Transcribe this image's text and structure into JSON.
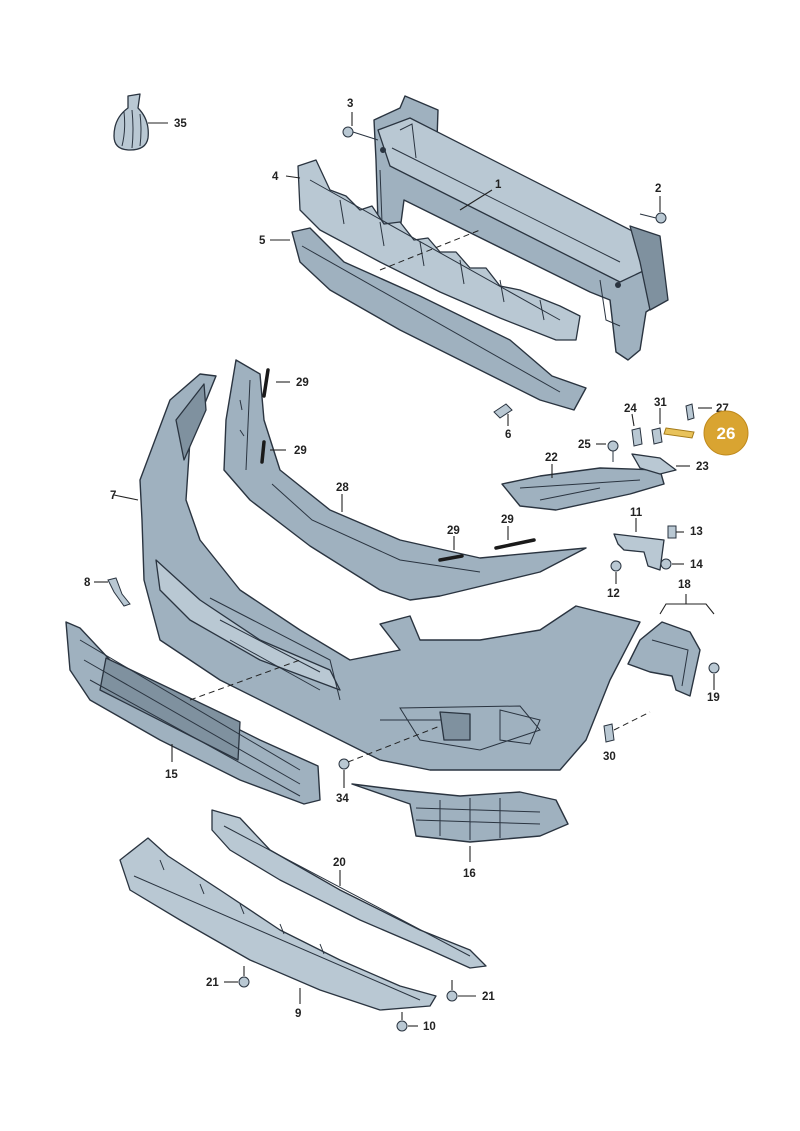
{
  "callouts": {
    "p1": "1",
    "p2": "2",
    "p3": "3",
    "p4": "4",
    "p5": "5",
    "p6": "6",
    "p7": "7",
    "p8": "8",
    "p9": "9",
    "p10": "10",
    "p11": "11",
    "p12": "12",
    "p13": "13",
    "p14": "14",
    "p15": "15",
    "p16": "16",
    "p18": "18",
    "p19": "19",
    "p20": "20",
    "p21a": "21",
    "p21b": "21",
    "p22": "22",
    "p23": "23",
    "p24": "24",
    "p25": "25",
    "p27": "27",
    "p28": "28",
    "p29a": "29",
    "p29b": "29",
    "p29c": "29",
    "p29d": "29",
    "p30": "30",
    "p31": "31",
    "p34": "34",
    "p35": "35"
  },
  "highlight": {
    "label": "26",
    "color": "#d9a431"
  }
}
